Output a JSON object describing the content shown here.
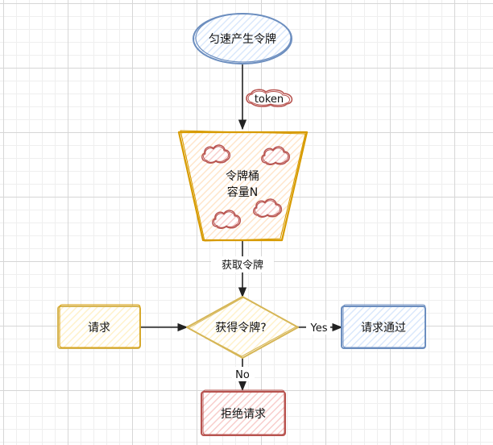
{
  "nodes": {
    "start": "匀速产生令牌",
    "token": "token",
    "bucket_line1": "令牌桶",
    "bucket_line2": "容量N",
    "request": "请求",
    "decision": "获得令牌?",
    "pass": "请求通过",
    "reject": "拒绝请求"
  },
  "edges": {
    "take_token": "获取令牌",
    "yes": "Yes",
    "no": "No"
  },
  "colors": {
    "blue_stroke": "#6c8ebf",
    "blue_fill": "#dae8fc",
    "yellow_stroke": "#d6b656",
    "yellow_fill": "#fff2cc",
    "orange_stroke": "#d79b00",
    "orange_fill": "#ffe6cc",
    "red_stroke": "#b85450",
    "red_fill": "#f8cecc",
    "line": "#222222"
  }
}
